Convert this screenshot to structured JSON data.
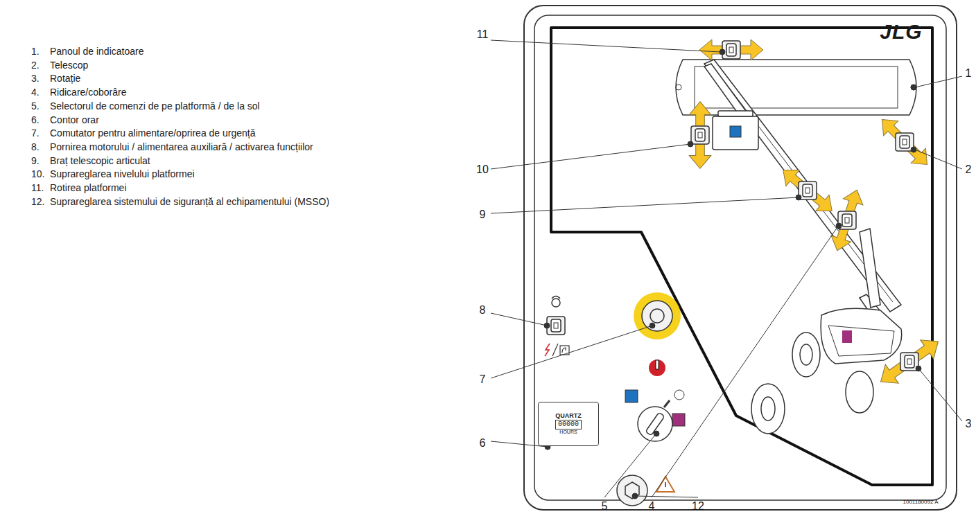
{
  "diagram": {
    "nodes": [
      {
        "text": [
          "QUARTZ",
          "00000",
          "HOURS"
        ]
      }
    ],
    "labels": [
      "1.",
      "Panoul de indicatoare",
      "2.",
      "Telescop",
      "3.",
      "Rotație",
      "4.",
      "Ridicare/coborâre",
      "5.",
      "Selectorul de comenzi de pe platformă / de la sol",
      "6.",
      "Contor orar",
      "7.",
      "Comutator pentru alimentare/oprirea de urgență",
      "8.",
      "Pornirea motorului / alimentarea auxiliară / activarea funcțiilor",
      "9.",
      "Braț telescopic articulat",
      "10.",
      "Suprareglarea nivelului platformei",
      "11.",
      "Rotirea platformei",
      "12.",
      "Suprareglarea sistemului de siguranță al echipamentului (MSSO)",
      "1",
      "2",
      "3",
      "4",
      "5",
      "6",
      "7",
      "8",
      "9",
      "10",
      "11",
      "12",
      "JLG",
      "1001180092 A"
    ]
  }
}
